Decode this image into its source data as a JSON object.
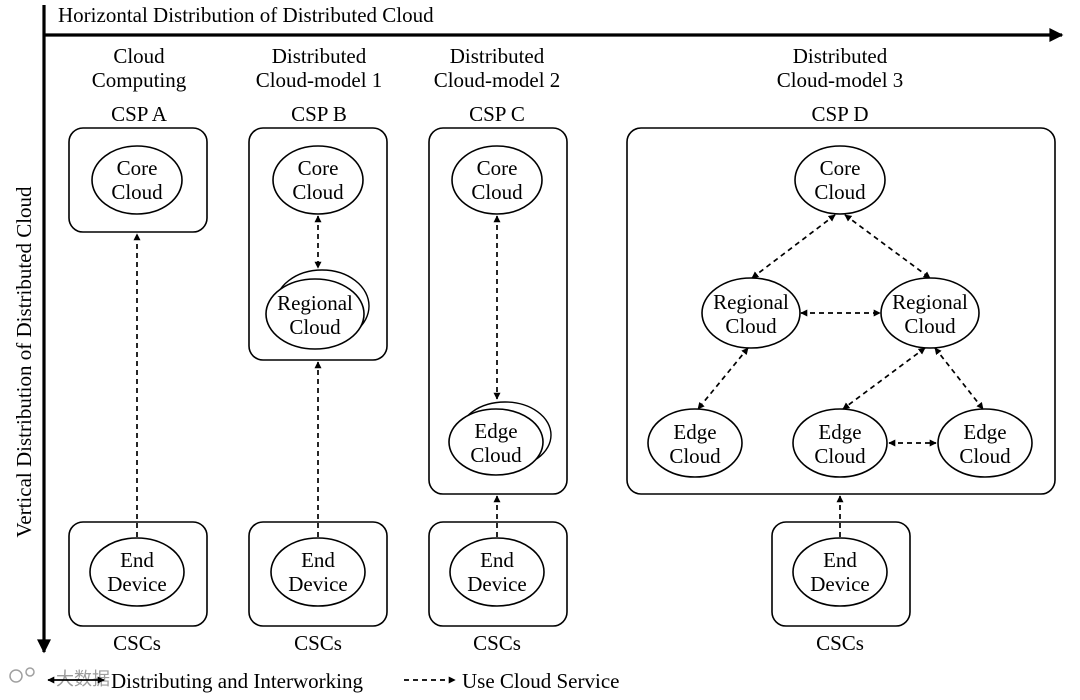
{
  "axes": {
    "horizontal_label": "Horizontal Distribution of Distributed Cloud",
    "vertical_label": "Vertical Distribution of Distributed Cloud"
  },
  "columns": [
    {
      "title_line1": "Cloud",
      "title_line2": "Computing",
      "csp": "CSP A",
      "csc": "CSCs"
    },
    {
      "title_line1": "Distributed",
      "title_line2": "Cloud-model 1",
      "csp": "CSP B",
      "csc": "CSCs"
    },
    {
      "title_line1": "Distributed",
      "title_line2": "Cloud-model 2",
      "csp": "CSP C",
      "csc": "CSCs"
    },
    {
      "title_line1": "Distributed",
      "title_line2": "Cloud-model 3",
      "csp": "CSP D",
      "csc": "CSCs"
    }
  ],
  "nodes": {
    "core_line1": "Core",
    "core_line2": "Cloud",
    "regional_line1": "Regional",
    "regional_line2": "Cloud",
    "edge_line1": "Edge",
    "edge_line2": "Cloud",
    "end_line1": "End",
    "end_line2": "Device"
  },
  "legend": {
    "distributing": "Distributing and Interworking",
    "use_service": "Use Cloud Service"
  },
  "watermark": "大数据"
}
